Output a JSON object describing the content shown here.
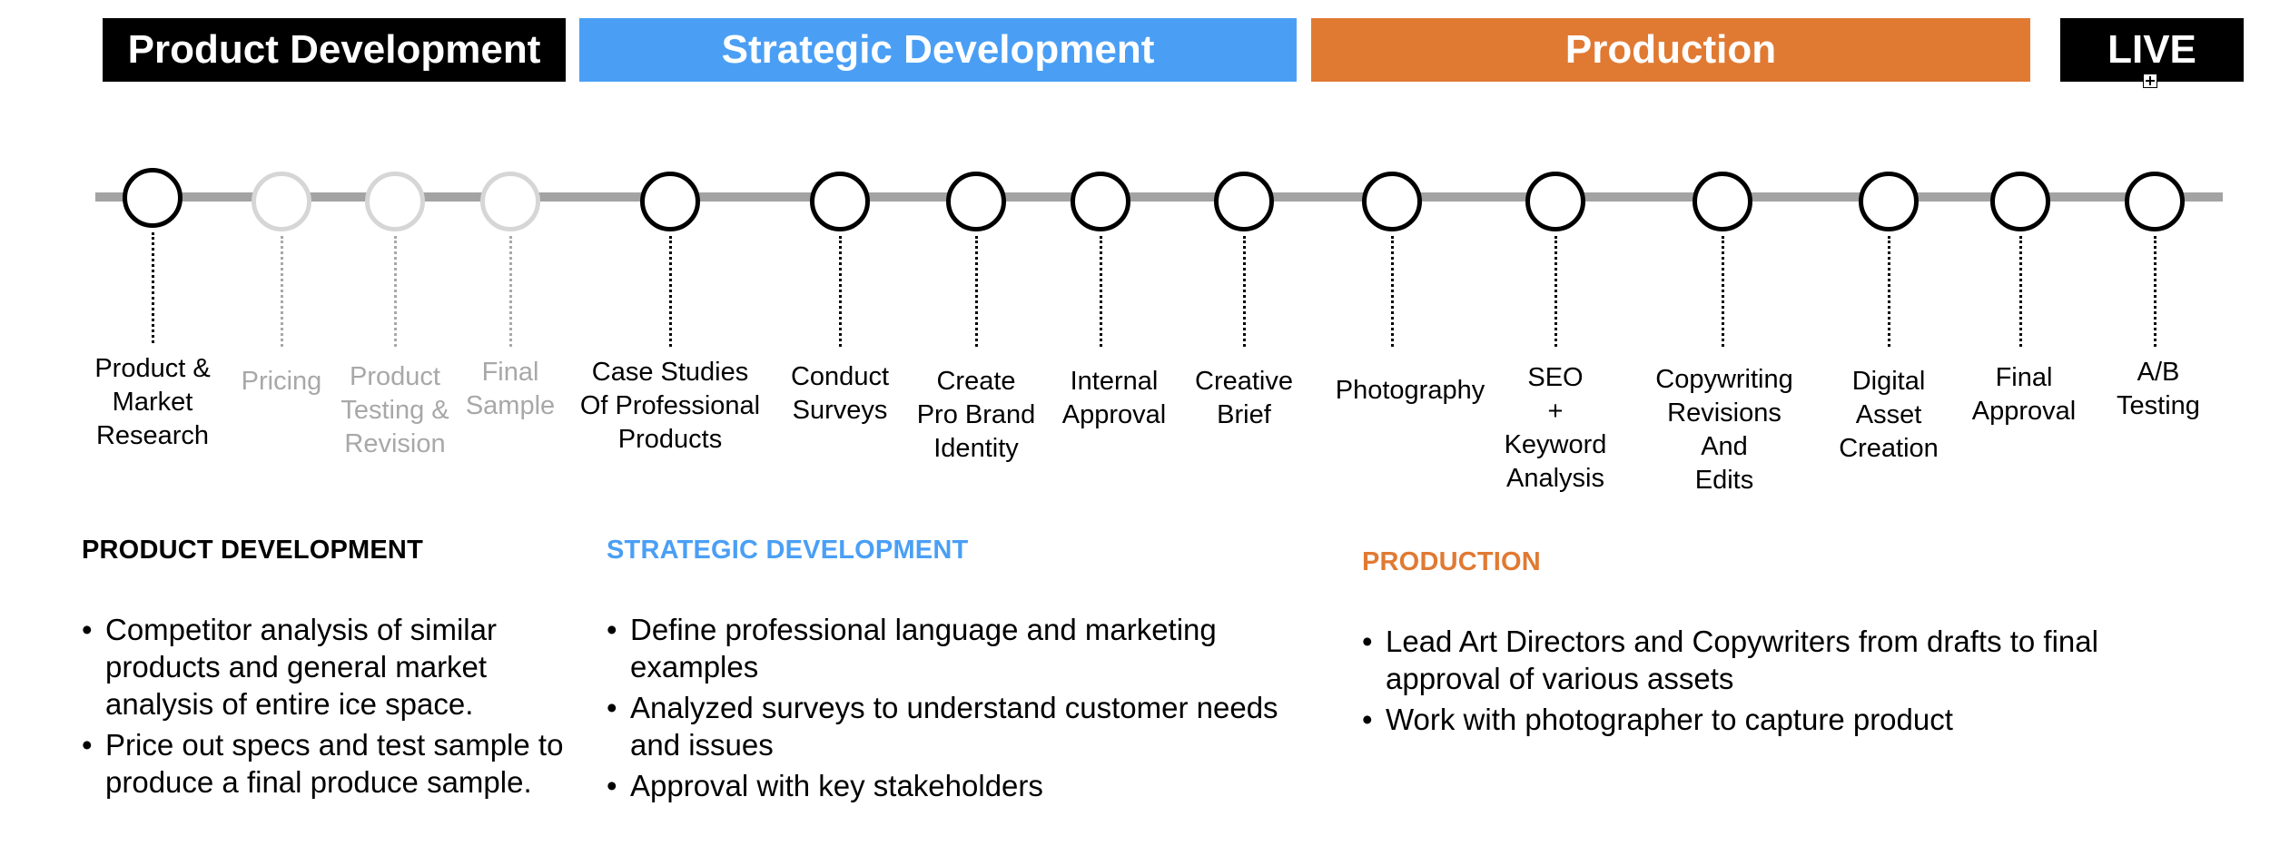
{
  "phases": [
    {
      "label": "Product Development",
      "color": "#000000"
    },
    {
      "label": "Strategic Development",
      "color": "#4a9ff5"
    },
    {
      "label": "Production",
      "color": "#e07a33"
    },
    {
      "label": "LIVE",
      "color": "#000000"
    }
  ],
  "milestones": [
    {
      "label": "Product &\nMarket\nResearch",
      "muted": false
    },
    {
      "label": "Pricing",
      "muted": true
    },
    {
      "label": "Product\nTesting &\nRevision",
      "muted": true
    },
    {
      "label": "Final\nSample",
      "muted": true
    },
    {
      "label": "Case Studies\nOf Professional\nProducts",
      "muted": false
    },
    {
      "label": "Conduct\nSurveys",
      "muted": false
    },
    {
      "label": "Create\nPro Brand\nIdentity",
      "muted": false
    },
    {
      "label": "Internal\nApproval",
      "muted": false
    },
    {
      "label": "Creative\nBrief",
      "muted": false
    },
    {
      "label": "Photography",
      "muted": false
    },
    {
      "label": "SEO\n+\nKeyword\nAnalysis",
      "muted": false
    },
    {
      "label": "Copywriting\nRevisions\nAnd\nEdits",
      "muted": false
    },
    {
      "label": "Digital\nAsset\nCreation",
      "muted": false
    },
    {
      "label": "Final\nApproval",
      "muted": false
    },
    {
      "label": "A/B\nTesting",
      "muted": false
    }
  ],
  "sections": [
    {
      "title": "PRODUCT DEVELOPMENT",
      "color": "#000000",
      "bullets": [
        "Competitor analysis of similar products and general market analysis of entire ice space.",
        "Price out specs and test sample to produce a final produce sample."
      ]
    },
    {
      "title": "STRATEGIC DEVELOPMENT",
      "color": "#4a9ff5",
      "bullets": [
        "Define professional language and marketing examples",
        "Analyzed surveys to understand customer needs and issues",
        "Approval with key stakeholders"
      ]
    },
    {
      "title": "PRODUCTION",
      "color": "#e07a33",
      "bullets": [
        "Lead Art Directors and Copywriters from drafts to final approval of various assets",
        "Work with photographer to capture product"
      ]
    }
  ],
  "icons": {
    "expand": "expand-icon"
  }
}
